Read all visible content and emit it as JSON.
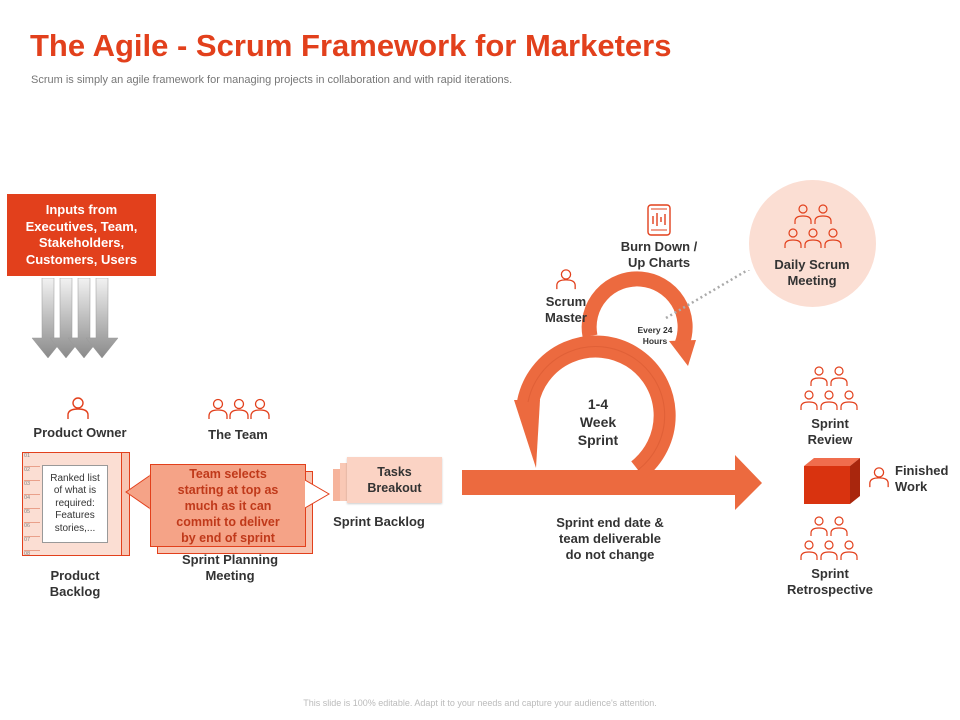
{
  "title": "The Agile - Scrum Framework for Marketers",
  "subtitle": "Scrum is simply an agile framework for managing projects in collaboration and with rapid iterations.",
  "inputs_box": "Inputs from\nExecutives, Team,\nStakeholders,\nCustomers, Users",
  "product_owner": "Product Owner",
  "the_team": "The Team",
  "backlog": {
    "row_numbers": [
      "01",
      "02",
      "03",
      "04",
      "05",
      "06",
      "07",
      "08"
    ],
    "ranked_list": "Ranked list\nof what is\nrequired:\nFeatures\nstories,...",
    "label": "Product\nBacklog"
  },
  "team_selects": "Team selects\nstarting at top as\nmuch as it can\ncommit to deliver\nby end of sprint",
  "sprint_planning": "Sprint Planning\nMeeting",
  "tasks_breakout": "Tasks\nBreakout",
  "sprint_backlog": "Sprint Backlog",
  "scrum_master": "Scrum\nMaster",
  "burn_down": "Burn Down /\nUp Charts",
  "every_24": "Every 24\nHours",
  "daily_scrum": "Daily Scrum\nMeeting",
  "week_sprint": "1-4\nWeek\nSprint",
  "sprint_end": "Sprint end date &\nteam deliverable\ndo not change",
  "sprint_review": "Sprint\nReview",
  "finished_work": "Finished\nWork",
  "sprint_retrospective": "Sprint\nRetrospective",
  "footer": "This slide is 100% editable. Adapt it to your needs and capture your audience's attention.",
  "colors": {
    "accent": "#e2401c",
    "orange": "#ec6a3f",
    "light": "#fbded3"
  },
  "icons": [
    "person-icon",
    "team-icon",
    "phone-chart-icon",
    "cube-icon"
  ]
}
